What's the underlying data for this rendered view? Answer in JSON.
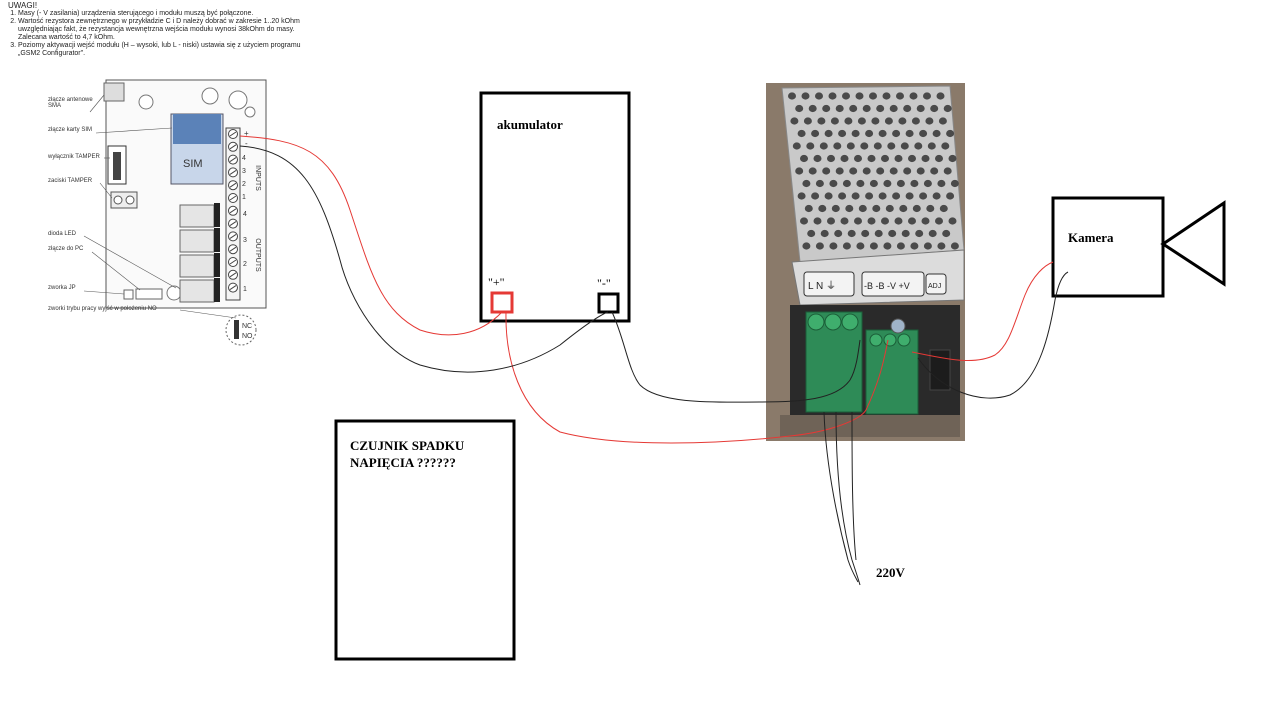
{
  "notes": {
    "title": "UWAGI!",
    "items": [
      "Masy (- V zasilania) urządzenia sterującego i modułu muszą być połączone.",
      "Wartość rezystora zewnętrznego w przykładzie C i D należy dobrać w zakresie 1..20 kOhm uwzględniając fakt, że rezystancja wewnętrzna wejścia modułu wynosi 38kOhm do masy. Zalecana wartość to 4,7 kOhm.",
      "Poziomy aktywacji wejść modułu (H – wysoki, lub L - niski) ustawia się z użyciem programu „GSM2 Configurator\"."
    ]
  },
  "module": {
    "labels": [
      "złącze antenowe SMA",
      "złącze karty SIM",
      "wyłącznik TAMPER",
      "zaciski TAMPER",
      "dioda LED",
      "złącze do PC",
      "zworka JP",
      "zworki trybu pracy wyjść w położeniu NO"
    ],
    "sim": "SIM",
    "inputs": "INPUTS",
    "outputs": "OUTPUTS",
    "plus": "+",
    "minus": "-",
    "inputs_numbers": [
      "4",
      "3",
      "2",
      "1"
    ],
    "outputs_numbers": [
      "4",
      "3",
      "2",
      "1"
    ],
    "nc": "NC",
    "no": "NO"
  },
  "battery": {
    "label": "akumulator",
    "plus": "\"+\"",
    "minus": "\"-\""
  },
  "sensor": {
    "line1": "CZUJNIK SPADKU",
    "line2": "NAPIĘCIA ??????"
  },
  "camera": {
    "label": "Kamera"
  },
  "psu": {
    "terminals_left": "L  N  ⏚",
    "terminals_right": "-B -B -V +V",
    "adj": "ADJ"
  },
  "mains": {
    "label": "220V"
  },
  "colors": {
    "red_wire": "#e53935",
    "black_wire": "#222222",
    "red_box": "#e53935"
  }
}
